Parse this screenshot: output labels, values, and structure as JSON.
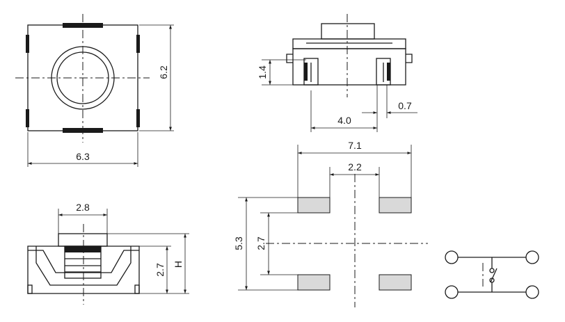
{
  "dimensions": {
    "top_width": "6.3",
    "top_height": "6.2",
    "side_terminal_height": "1.4",
    "side_pin_width": "0.7",
    "side_pin_pitch": "4.0",
    "front_button_width": "2.8",
    "front_body_height": "2.7",
    "front_total_height": "H",
    "pcb_outer_width": "7.1",
    "pcb_inner_width": "2.2",
    "pcb_outer_height": "5.3",
    "pcb_inner_height": "2.7"
  }
}
